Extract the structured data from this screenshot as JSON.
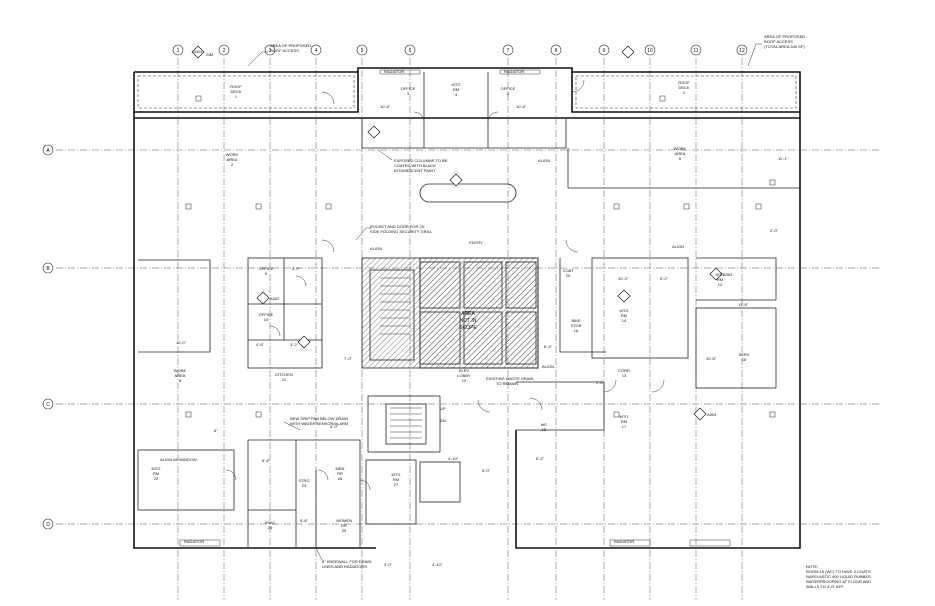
{
  "grid": {
    "columns": [
      "1",
      "2",
      "3",
      "4",
      "5",
      "6",
      "7",
      "8",
      "9",
      "10",
      "11",
      "12"
    ],
    "rows": [
      "A",
      "B",
      "C",
      "D"
    ]
  },
  "notes": {
    "roof_access_left": [
      "AREA OF PROPOSED",
      "ROOF ACCESS"
    ],
    "roof_access_right": [
      "AREA OF PROPOSED",
      "ROOF ACCESS",
      "(TOTAL AREA 340 SF)"
    ],
    "exposed_columns": [
      "EXPOSED COLUMNS TO BE",
      "COATED WITH BLACK",
      "INTUMESCENT PAINT"
    ],
    "pocket_door": [
      "POCKET AND DOOR FOR 20'",
      "SIDE FOLDING SECURITY GRILL"
    ],
    "area_not_in_scope": [
      "AREA",
      "NOT IN",
      "SCOPE"
    ],
    "existing_waste": [
      "EXISTING WASTE DRAIN",
      "TO REMAIN"
    ],
    "new_drip_pan": [
      "NEW DRIP PAN BELOW DRAIN",
      "WITH WATER SENSOR/ALARM"
    ],
    "kneewall": [
      "8\" KNEEWALL FOR DRAIN",
      "LINES AND RADIATORS"
    ],
    "align_window": "ALIGN W/ WINDOW",
    "footer_note": [
      "NOTE:",
      "ROOM 15 (WC) TO HAVE 2 COATS",
      "NAPELASTIC 400 LIQUID RUBBER",
      "WATERPROOFING AT FLOOR AND",
      "WALLS TO 4'-0\" AFF."
    ]
  },
  "rooms": {
    "roof_deck_left": [
      "ROOF",
      "DECK",
      "1"
    ],
    "roof_deck_right": [
      "ROOF",
      "DECK",
      "2"
    ],
    "office_top_left": [
      "OFFICE",
      "3"
    ],
    "mtg_top": [
      "MTG",
      "RM",
      "4"
    ],
    "office_top_right": [
      "OFFICE",
      "5"
    ],
    "work_area_left": [
      "WORK",
      "AREA",
      "2"
    ],
    "work_area_right": [
      "WORK",
      "AREA",
      "6"
    ],
    "work_area_lower": [
      "WORK",
      "AREA",
      "8"
    ],
    "office_9": [
      "OFFICE",
      "9"
    ],
    "office_10": [
      "OFFICE",
      "10"
    ],
    "kitchen": [
      "KITCHEN",
      "11"
    ],
    "mtg_12": [
      "MTG",
      "RM",
      "12"
    ],
    "corr_13": [
      "CORR",
      "13"
    ],
    "mtg_14": [
      "MTG",
      "RM",
      "14"
    ],
    "wc_15": [
      "WC",
      "15"
    ],
    "bike_16": [
      "BIKE",
      "STOR",
      "16"
    ],
    "mtg_rm_right": [
      "MTG",
      "RM",
      "17"
    ],
    "serv": [
      "SERV",
      "18"
    ],
    "elev": [
      "ELEV",
      "LOBBY",
      "19"
    ],
    "mtg_22": [
      "MTG",
      "RM",
      "22"
    ],
    "strg": [
      "STRG",
      "23"
    ],
    "hvac": [
      "HVAC",
      "24"
    ],
    "womens": [
      "WOMEN",
      "RR",
      "25"
    ],
    "mens": [
      "MEN",
      "RR",
      "26"
    ],
    "mtg_27": [
      "MTG",
      "RM",
      "27"
    ],
    "coat": [
      "COAT",
      "20"
    ],
    "entry": "ENTRY",
    "up": "UP",
    "dn": "DN",
    "radiator": "RADIATOR",
    "align": "ALIGN"
  },
  "dimensions": {
    "d1": "10'-6\"",
    "d2": "10'-6\"",
    "d3": "10'-0\"",
    "d4": "4'-6\"",
    "d5": "3'-2\"",
    "d6": "3'-0\"",
    "d7": "7'-0\"",
    "d8": "10'-3\"",
    "d9": "5'-2\"",
    "d10": "13'-8\"",
    "d11": "10'-5\"",
    "d12": "11'-1\"",
    "d13": "6'-3\"",
    "d14": "2'-0\"",
    "d15": "5'-8\"",
    "d16": "8'-2\"",
    "d17": "4'-10\"",
    "d18": "3'-0\"",
    "d19": "4'-10\"",
    "d20": "5'-0\"",
    "d21": "6\"",
    "d22": "2'-6\"",
    "d23": "4'-0\"",
    "d24": "5'-8\""
  },
  "tags": [
    "A301",
    "A302",
    "A303",
    "A304",
    "SIM"
  ]
}
